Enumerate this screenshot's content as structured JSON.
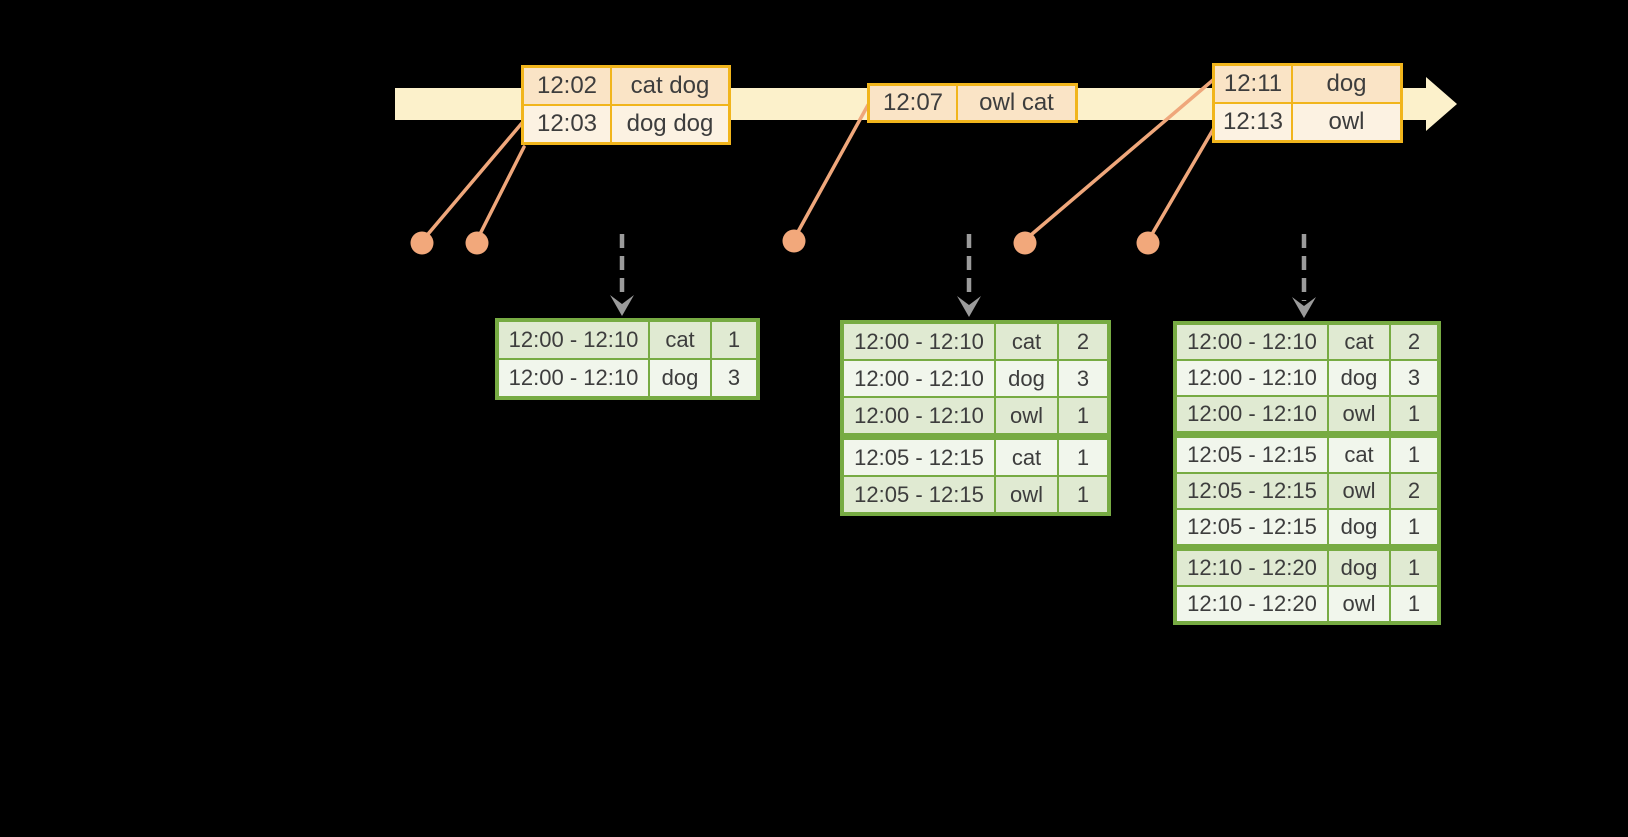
{
  "diagram": {
    "description": "Streaming windowed word-count timeline with per-trigger result tables",
    "background": "#000000"
  },
  "colors": {
    "timeline_arrow_fill": "#fcf1cb",
    "event_table_border": "#f1b51c",
    "event_row_dark": "#fae4c6",
    "event_row_light": "#fcf2e2",
    "connector_line": "#efa77b",
    "event_dot": "#f2a87b",
    "trigger_arrow": "#9b9b9b",
    "result_table_border": "#77ab43",
    "result_row_dark": "#e0ead2",
    "result_row_light": "#f1f6ec",
    "table_text": "#3d3d3d"
  },
  "event_batches": [
    {
      "entries": [
        {
          "time": "12:02",
          "words": "cat dog"
        },
        {
          "time": "12:03",
          "words": "dog dog"
        }
      ]
    },
    {
      "entries": [
        {
          "time": "12:07",
          "words": "owl cat"
        }
      ]
    },
    {
      "entries": [
        {
          "time": "12:11",
          "words": "dog"
        },
        {
          "time": "12:13",
          "words": "owl"
        }
      ]
    }
  ],
  "result_tables": [
    {
      "rows": [
        {
          "window": "12:00 - 12:10",
          "word": "cat",
          "count": "1"
        },
        {
          "window": "12:00 - 12:10",
          "word": "dog",
          "count": "3"
        }
      ]
    },
    {
      "rows": [
        {
          "window": "12:00 - 12:10",
          "word": "cat",
          "count": "2"
        },
        {
          "window": "12:00 - 12:10",
          "word": "dog",
          "count": "3"
        },
        {
          "window": "12:00 - 12:10",
          "word": "owl",
          "count": "1"
        },
        {
          "window": "12:05 - 12:15",
          "word": "cat",
          "count": "1"
        },
        {
          "window": "12:05 - 12:15",
          "word": "owl",
          "count": "1"
        }
      ]
    },
    {
      "rows": [
        {
          "window": "12:00 - 12:10",
          "word": "cat",
          "count": "2"
        },
        {
          "window": "12:00 - 12:10",
          "word": "dog",
          "count": "3"
        },
        {
          "window": "12:00 - 12:10",
          "word": "owl",
          "count": "1"
        },
        {
          "window": "12:05 - 12:15",
          "word": "cat",
          "count": "1"
        },
        {
          "window": "12:05 - 12:15",
          "word": "owl",
          "count": "2"
        },
        {
          "window": "12:05 - 12:15",
          "word": "dog",
          "count": "1"
        },
        {
          "window": "12:10 - 12:20",
          "word": "dog",
          "count": "1"
        },
        {
          "window": "12:10 - 12:20",
          "word": "owl",
          "count": "1"
        }
      ]
    }
  ]
}
